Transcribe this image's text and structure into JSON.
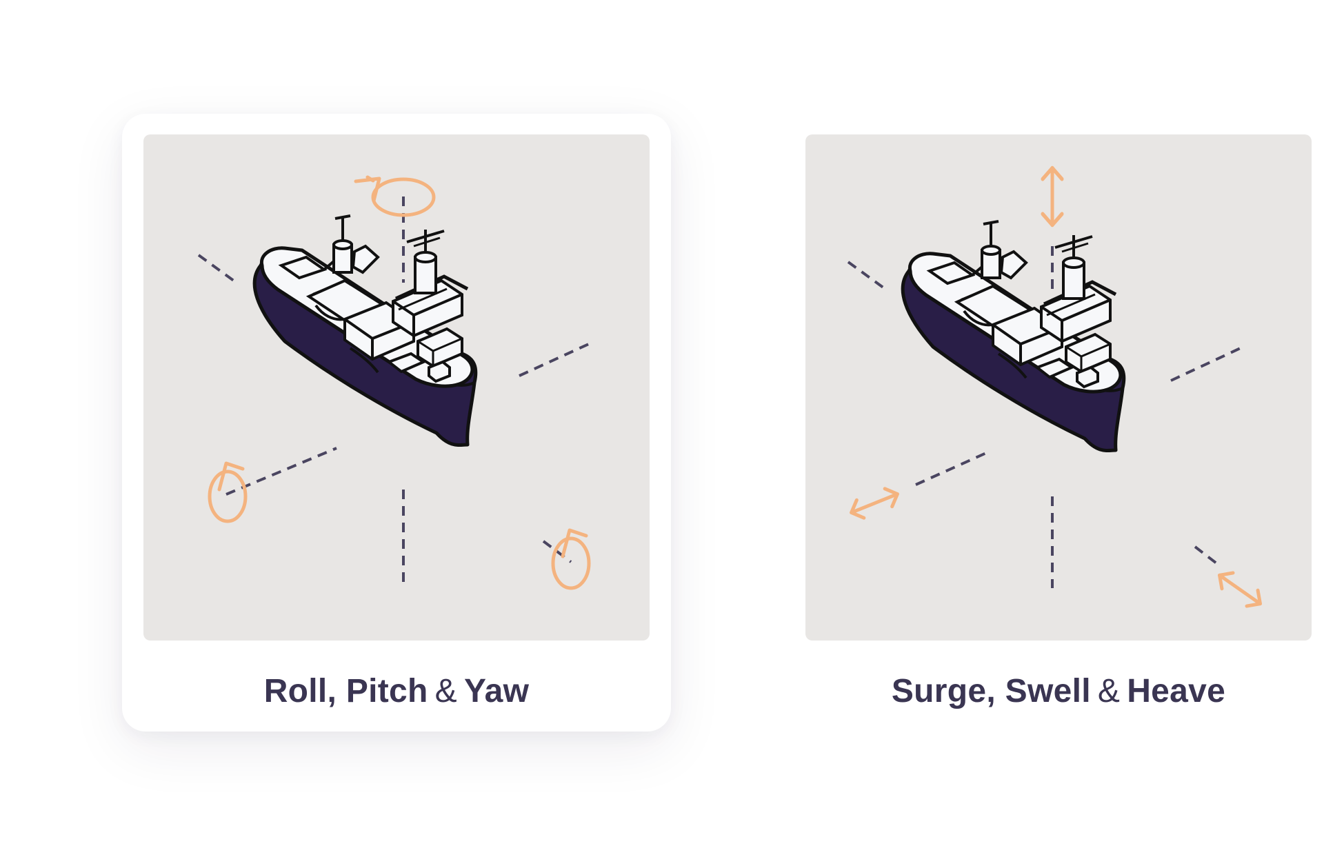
{
  "colors": {
    "background": "#ffffff",
    "panel": "#e8e6e4",
    "text": "#3a3552",
    "hull": "#291e47",
    "ink": "#111111",
    "deck": "#f7f8fa",
    "axis": "#4a4560",
    "accent": "#f4b37f"
  },
  "cards": [
    {
      "title_part1": "Roll, Pitch",
      "amp": "&",
      "title_part2": "Yaw",
      "selected": true,
      "indicators": [
        "rotate-arrow-icon",
        "rotate-arrow-icon",
        "rotate-arrow-icon"
      ]
    },
    {
      "title_part1": "Surge, Swell",
      "amp": "&",
      "title_part2": "Heave",
      "selected": false,
      "indicators": [
        "double-arrow-icon",
        "double-arrow-icon",
        "double-arrow-icon"
      ]
    }
  ]
}
